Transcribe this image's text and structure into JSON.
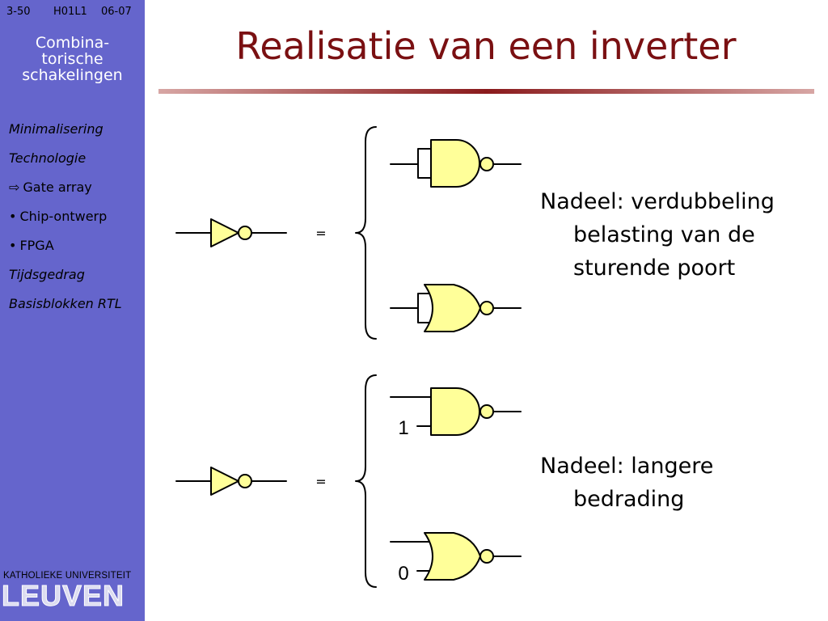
{
  "header": {
    "slide_number": "3-50",
    "course_code": "H01L1",
    "year": "06-07"
  },
  "sidebar": {
    "course_title_lines": [
      "Combina-",
      "torische",
      "schakelingen"
    ],
    "nav": [
      {
        "label": "Minimalisering",
        "style": "italic",
        "marker": ""
      },
      {
        "label": "Technologie",
        "style": "italic",
        "marker": ""
      },
      {
        "label": "Gate array",
        "style": "normal",
        "marker": "⇨"
      },
      {
        "label": "Chip-ontwerp",
        "style": "normal",
        "marker": "•"
      },
      {
        "label": "FPGA",
        "style": "normal",
        "marker": "•"
      },
      {
        "label": "Tijdsgedrag",
        "style": "italic",
        "marker": ""
      },
      {
        "label": "Basisblokken RTL",
        "style": "italic",
        "marker": ""
      }
    ],
    "university_small": "KATHOLIEKE UNIVERSITEIT",
    "university_big": "LEUVEN"
  },
  "title": "Realisatie van een inverter",
  "diagram": {
    "equals_sign": "=",
    "constant_one": "1",
    "constant_zero": "0",
    "gate_fill": "#ffff99"
  },
  "notes": {
    "first": {
      "line1": "Nadeel: verdubbeling",
      "line2": "belasting van de",
      "line3": "sturende poort"
    },
    "second": {
      "line1": "Nadeel: langere",
      "line2": "bedrading"
    }
  },
  "colors": {
    "sidebar": "#6565cc",
    "title": "#7a1012",
    "sidebar_text": "#ffffff"
  }
}
